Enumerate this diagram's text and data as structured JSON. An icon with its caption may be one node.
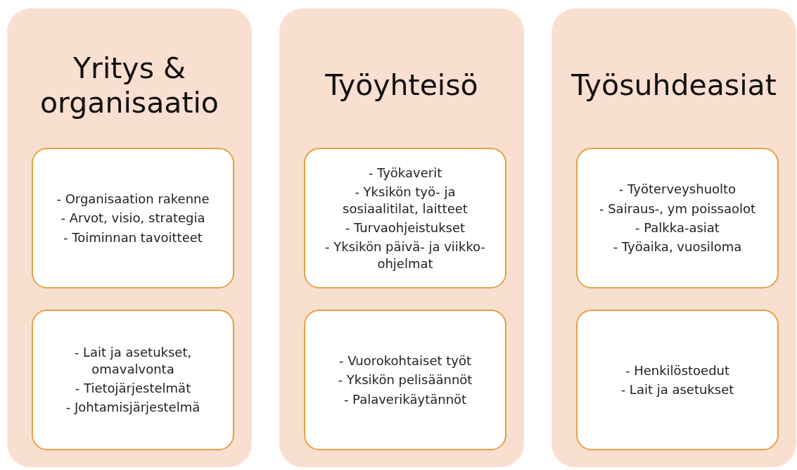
{
  "diagram": {
    "nodes": [
      {
        "text": [
          "Yritys & organisaatio"
        ]
      },
      {
        "text": [
          "- Organisaation rakenne",
          "- Arvot, visio, strategia",
          "- Toiminnan tavoitteet"
        ],
        "in": 0
      },
      {
        "text": [
          "- Lait ja asetukset, omavalvonta",
          "- Tietojärjestelmät",
          "- Johtamisjärjestelmä"
        ],
        "in": 0
      },
      {
        "text": [
          "Työyhteisö"
        ]
      },
      {
        "text": [
          "- Työkaverit",
          "- Yksikön työ- ja sosiaalitilat, laitteet",
          "- Turvaohjeistukset",
          "- Yksikön päivä- ja viikko-ohjelmat"
        ],
        "in": 3
      },
      {
        "text": [
          "- Vuorokohtaiset työt",
          "- Yksikön pelisäännöt",
          "- Palaverikäytännöt"
        ],
        "in": 3
      },
      {
        "text": [
          "Työsuhdeasiat"
        ]
      },
      {
        "text": [
          "- Työterveyshuolto",
          "- Sairaus-, ym poissaolot",
          "- Palkka-asiat",
          "- Työaika, vuosiloma"
        ],
        "in": 6
      },
      {
        "text": [
          "- Henkilöstoedut",
          "- Lait ja asetukset"
        ],
        "in": 6
      }
    ]
  }
}
